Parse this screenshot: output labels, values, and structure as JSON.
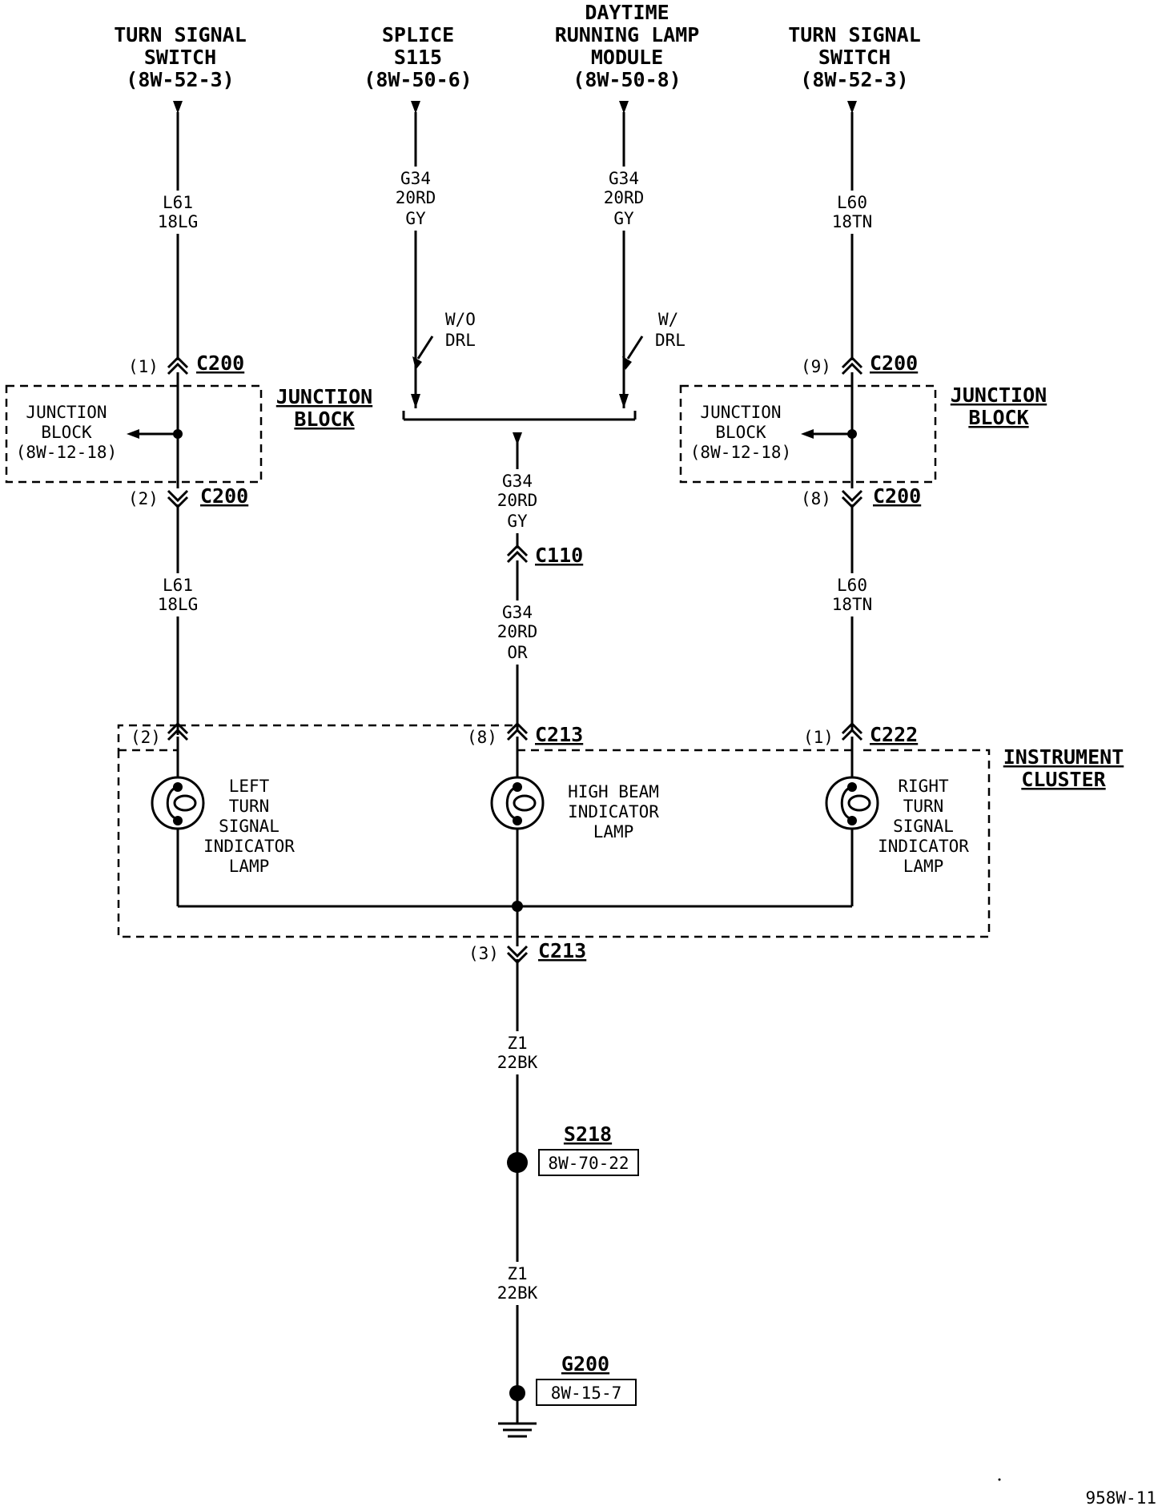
{
  "sources": [
    {
      "id": "tss-left",
      "lines": [
        "TURN SIGNAL",
        "SWITCH",
        "(8W-52-3)"
      ]
    },
    {
      "id": "splice",
      "lines": [
        "SPLICE",
        "S115",
        "(8W-50-6)"
      ]
    },
    {
      "id": "drl",
      "lines": [
        "DAYTIME",
        "RUNNING LAMP",
        "MODULE",
        "(8W-50-8)"
      ]
    },
    {
      "id": "tss-right",
      "lines": [
        "TURN SIGNAL",
        "SWITCH",
        "(8W-52-3)"
      ]
    }
  ],
  "wires": {
    "left_top": [
      "L61",
      "18LG"
    ],
    "left_bottom": [
      "L61",
      "18LG"
    ],
    "splice_top": [
      "G34",
      "20RD",
      "GY"
    ],
    "drl_top": [
      "G34",
      "20RD",
      "GY"
    ],
    "center_mid": [
      "G34",
      "20RD",
      "GY"
    ],
    "center_low": [
      "G34",
      "20RD",
      "OR"
    ],
    "right_top": [
      "L60",
      "18TN"
    ],
    "right_bottom": [
      "L60",
      "18TN"
    ],
    "ground_upper": [
      "Z1",
      "22BK"
    ],
    "ground_lower": [
      "Z1",
      "22BK"
    ]
  },
  "options": {
    "wo_drl": [
      "W/O",
      "DRL"
    ],
    "w_drl": [
      "W/",
      "DRL"
    ]
  },
  "connectors": {
    "left_c200_top": {
      "pin": "(1)",
      "name": "C200"
    },
    "left_c200_bottom": {
      "pin": "(2)",
      "name": "C200"
    },
    "right_c200_top": {
      "pin": "(9)",
      "name": "C200"
    },
    "right_c200_bottom": {
      "pin": "(8)",
      "name": "C200"
    },
    "c110": {
      "name": "C110"
    },
    "c213_left": {
      "pin": "(2)"
    },
    "c213_center": {
      "pin": "(8)",
      "name": "C213"
    },
    "c222": {
      "pin": "(1)",
      "name": "C222"
    },
    "c213_bottom": {
      "pin": "(3)",
      "name": "C213"
    }
  },
  "junction_blocks": {
    "left_inner": [
      "JUNCTION",
      "BLOCK",
      "(8W-12-18)"
    ],
    "left_label": [
      "JUNCTION",
      "BLOCK"
    ],
    "right_inner": [
      "JUNCTION",
      "BLOCK",
      "(8W-12-18)"
    ],
    "right_label": [
      "JUNCTION",
      "BLOCK"
    ]
  },
  "instrument_cluster": {
    "label": [
      "INSTRUMENT",
      "CLUSTER"
    ],
    "lamps": {
      "left": [
        "LEFT",
        "TURN",
        "SIGNAL",
        "INDICATOR",
        "LAMP"
      ],
      "center": [
        "HIGH BEAM",
        "INDICATOR",
        "LAMP"
      ],
      "right": [
        "RIGHT",
        "TURN",
        "SIGNAL",
        "INDICATOR",
        "LAMP"
      ]
    }
  },
  "splice_s218": {
    "name": "S218",
    "ref": "8W-70-22"
  },
  "ground_g200": {
    "name": "G200",
    "ref": "8W-15-7"
  },
  "figure_id": "958W-11"
}
